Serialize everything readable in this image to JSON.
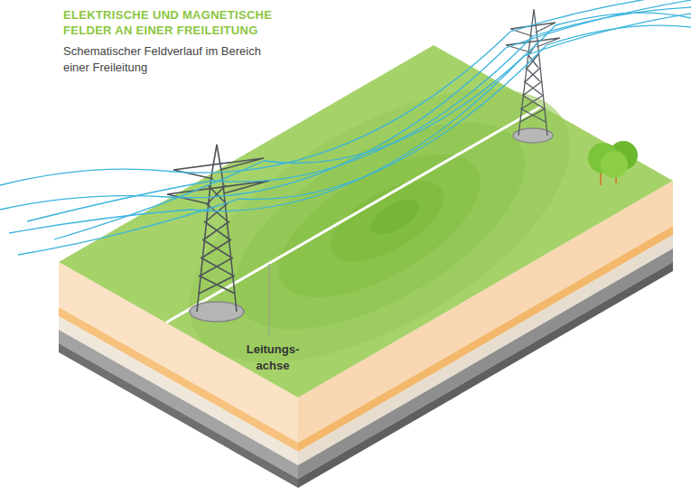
{
  "diagram": {
    "title": "ELEKTRISCHE UND MAGNETISCHE FELDER AN EINER FREILEITUNG",
    "caption": "Schematischer Feldverlauf im Bereich einer Freileitung",
    "labels": [
      "Leitungs- achse"
    ]
  }
}
